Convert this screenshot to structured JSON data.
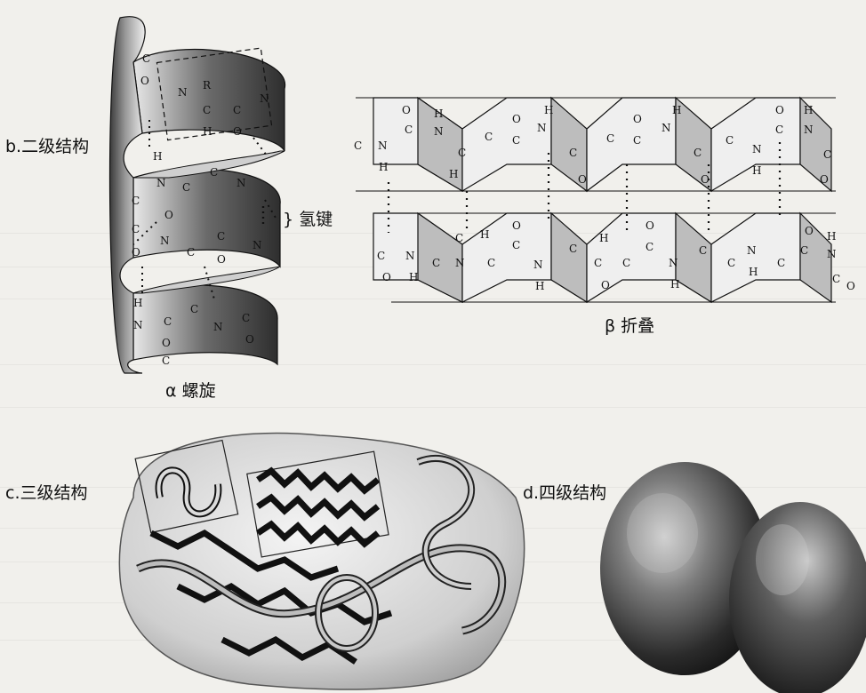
{
  "labels": {
    "secondary": "b.二级结构",
    "tertiary": "c.三级结构",
    "quaternary": "d.四级结构",
    "alpha_helix": "α 螺旋",
    "beta_sheet": "β 折叠",
    "hydrogen_bond": "} 氢键"
  },
  "colors": {
    "background": "#f1f0ec",
    "ink": "#111111",
    "shade_dark": "#5f5f5f",
    "shade_light": "#d8d8d8"
  }
}
